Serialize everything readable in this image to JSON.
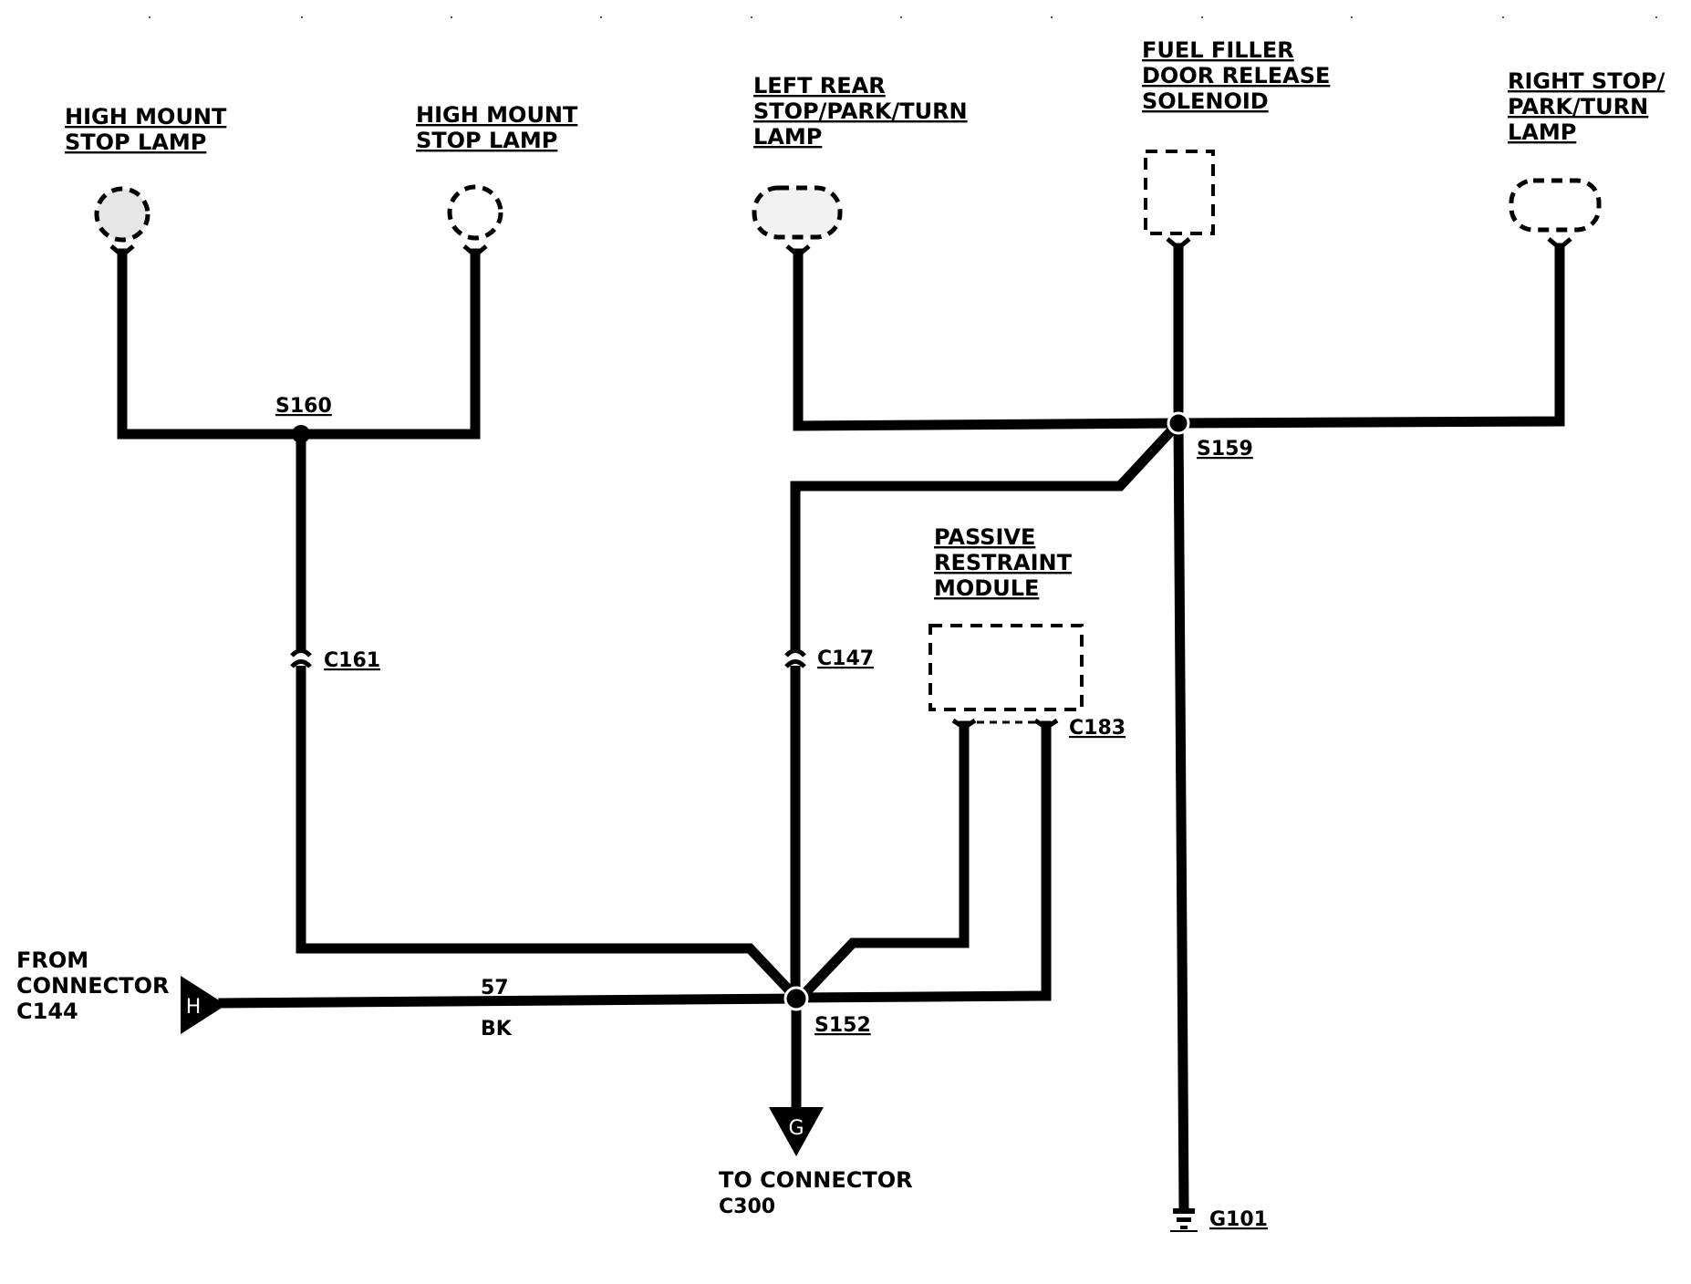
{
  "components": {
    "high_mount_left": {
      "line1": "HIGH MOUNT",
      "line2": "STOP LAMP"
    },
    "high_mount_right": {
      "line1": "HIGH MOUNT",
      "line2": "STOP LAMP"
    },
    "left_rear_lamp": {
      "line1": "LEFT REAR",
      "line2": "STOP/PARK/TURN",
      "line3": "LAMP"
    },
    "fuel_filler": {
      "line1": "FUEL FILLER",
      "line2": "DOOR RELEASE",
      "line3": "SOLENOID"
    },
    "right_stop_lamp": {
      "line1": "RIGHT STOP/",
      "line2": "PARK/TURN",
      "line3": "LAMP"
    },
    "passive_restraint": {
      "line1": "PASSIVE",
      "line2": "RESTRAINT",
      "line3": "MODULE"
    }
  },
  "splices": {
    "s160": "S160",
    "s159": "S159",
    "s152": "S152"
  },
  "connectors": {
    "c161": "C161",
    "c147": "C147",
    "c183": "C183"
  },
  "ground": {
    "label": "G101"
  },
  "wire": {
    "circuit": "57",
    "color": "BK"
  },
  "from_connector": {
    "line1": "FROM",
    "line2": "CONNECTOR",
    "line3": "C144",
    "letter": "H"
  },
  "to_connector": {
    "line1": "TO CONNECTOR",
    "line2": "C300",
    "letter": "G"
  }
}
